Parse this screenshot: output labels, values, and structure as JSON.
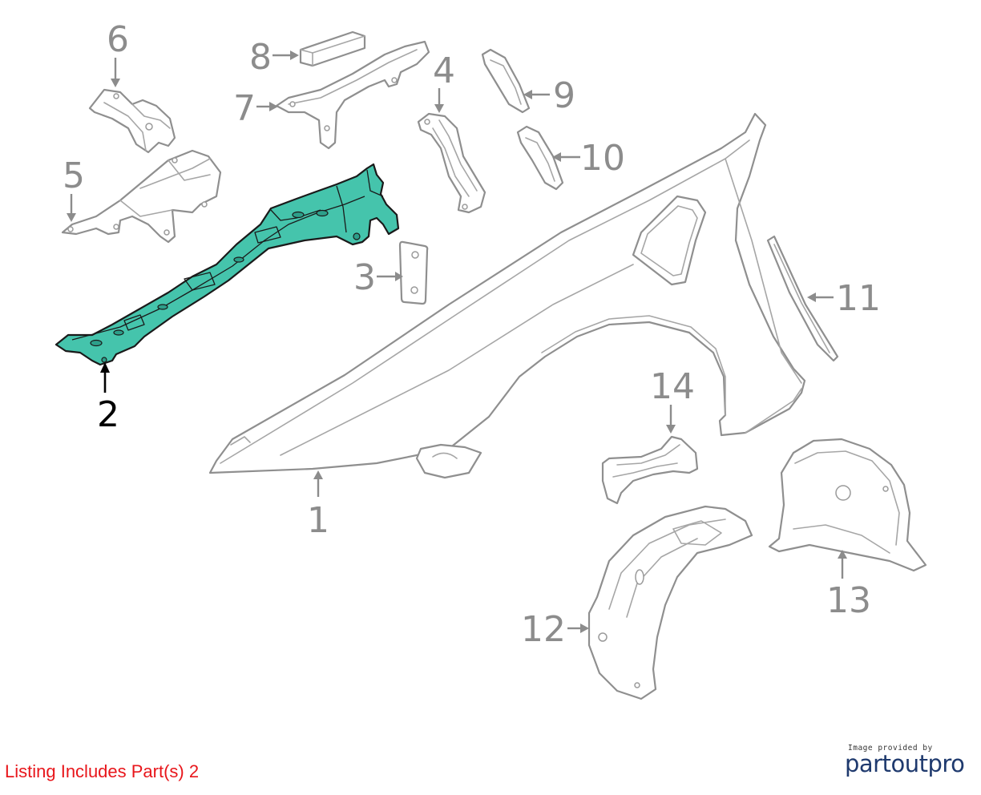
{
  "labels": {
    "p1": "1",
    "p2": "2",
    "p3": "3",
    "p4": "4",
    "p5": "5",
    "p6": "6",
    "p7": "7",
    "p8": "8",
    "p9": "9",
    "p10": "10",
    "p11": "11",
    "p12": "12",
    "p13": "13",
    "p14": "14"
  },
  "highlighted_part": "2",
  "footer": {
    "listing_note": "Listing Includes Part(s) 2",
    "credit_small": "Image provided by",
    "credit_brand": "partoutpro"
  },
  "colors": {
    "highlight_fill": "#45c4ac",
    "line_gray": "#8f8f8f",
    "listing_red": "#e8161b",
    "brand_navy": "#1f3a6e"
  }
}
